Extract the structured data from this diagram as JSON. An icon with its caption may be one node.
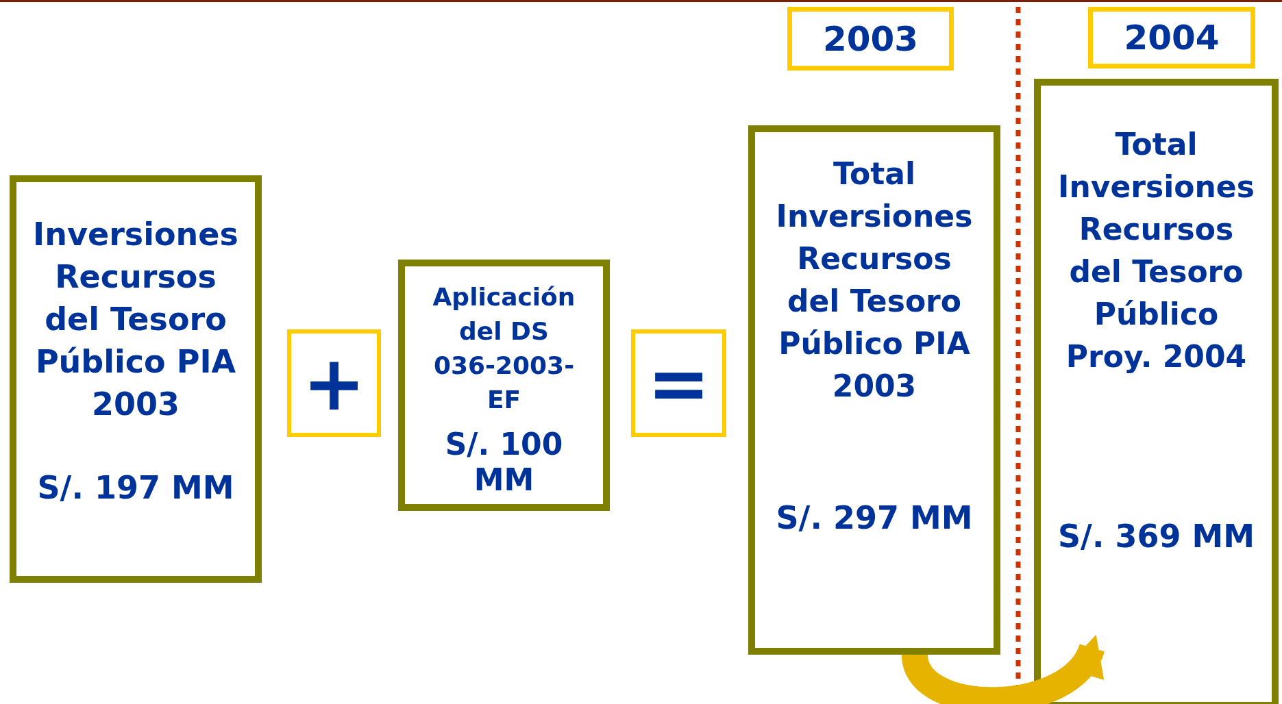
{
  "diagram": {
    "nodes": [
      {
        "text": [
          "2003"
        ]
      },
      {
        "text": [
          "2004"
        ]
      },
      {
        "text": [
          "Inversiones Recursos del Tesoro Público PIA 2003",
          "S/. 197 MM"
        ]
      },
      {
        "text": [
          "+"
        ]
      },
      {
        "text": [
          "Aplicación del DS 036-2003-EF",
          "S/. 100 MM"
        ]
      },
      {
        "text": [
          "="
        ]
      },
      {
        "text": [
          "Total Inversiones Recursos del Tesoro Público PIA 2003",
          "S/. 297 MM"
        ]
      },
      {
        "text": [
          "Total Inversiones Recursos del Tesoro Público Proy. 2004",
          "S/. 369 MM"
        ]
      }
    ],
    "edges": [
      {
        "from": 6,
        "to": 7,
        "arrow": "to"
      }
    ]
  }
}
